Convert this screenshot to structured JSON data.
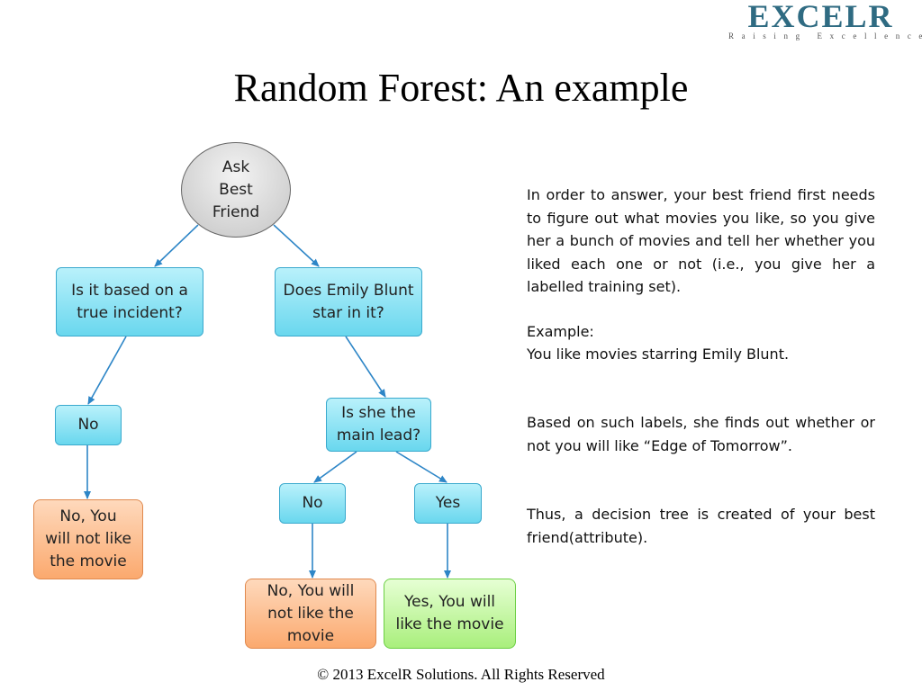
{
  "header": {
    "logo_text": "EXCELR",
    "logo_tagline": "Raising Excellence",
    "title": "Random Forest: An example"
  },
  "tree": {
    "root": "Ask\nBest\nFriend",
    "left_question": "Is it based on a\ntrue incident?",
    "right_question": "Does Emily Blunt\nstar in it?",
    "left_answer": "No",
    "left_outcome": "No, You\nwill not like\nthe movie",
    "lead_question": "Is she the\nmain lead?",
    "lead_no": "No",
    "lead_yes": "Yes",
    "lead_no_outcome": "No, You will\nnot like the\nmovie",
    "lead_yes_outcome": "Yes, You will\nlike the movie"
  },
  "explanation": {
    "paragraph_1": "In order to answer, your best friend first needs to figure out what movies you like, so you give her a bunch of movies and tell her whether you liked each one or not (i.e., you give her a labelled training set).",
    "example_label": "Example:",
    "example_text": "You like movies starring Emily Blunt.",
    "paragraph_2": "Based on such labels, she finds out whether or not you will like “Edge of Tomorrow”.",
    "paragraph_3": "Thus, a decision tree is created of your best friend(attribute)."
  },
  "footer": {
    "copyright": "© 2013 ExcelR Solutions. All Rights Reserved"
  },
  "colors": {
    "connector": "#2e86c7",
    "question_fill": "#8fe3f4",
    "negative_fill": "#fcb98a",
    "positive_fill": "#bff59a",
    "logo": "#2f6b82"
  }
}
